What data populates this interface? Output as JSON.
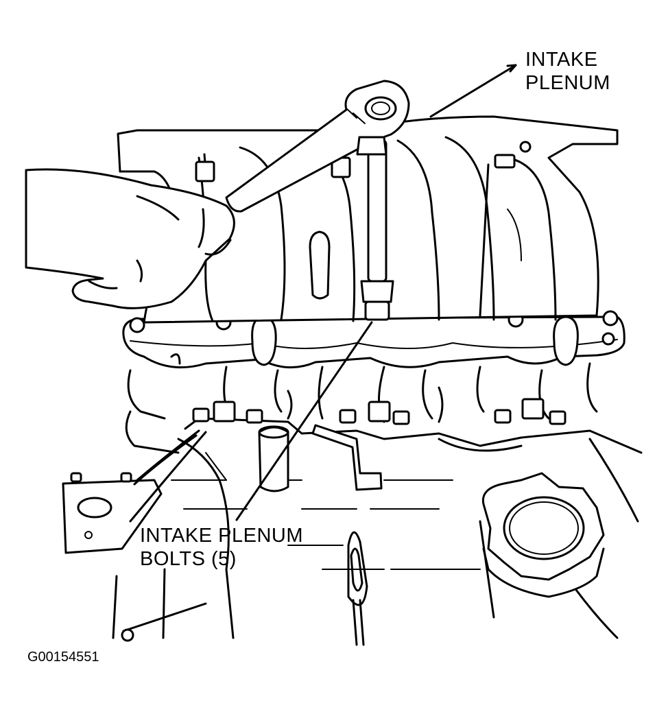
{
  "labels": {
    "intake_plenum": [
      "INTAKE",
      "PLENUM"
    ],
    "intake_plenum_bolts": [
      "INTAKE PLENUM",
      "BOLTS (5)"
    ],
    "figure_code": "G00154551"
  },
  "colors": {
    "ink": "#000000",
    "paper": "#ffffff"
  }
}
